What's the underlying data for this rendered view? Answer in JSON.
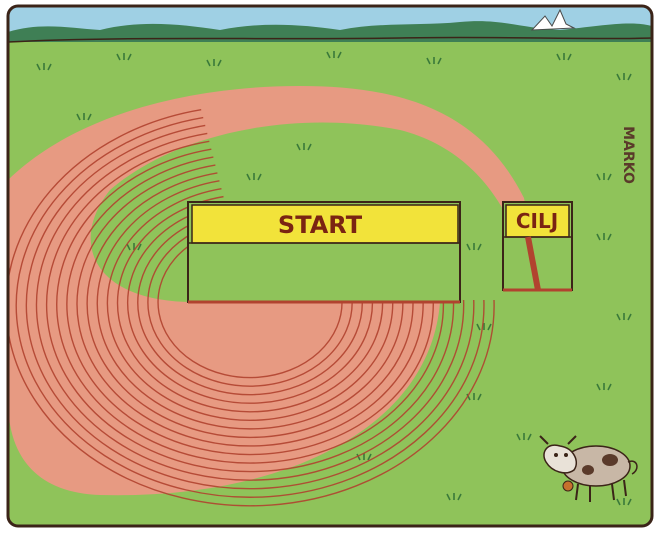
{
  "cartoon": {
    "start_label": "START",
    "finish_label": "CILJ",
    "signature": "MARKO",
    "colors": {
      "sky": "#9fd0e4",
      "hills": "#3f7f55",
      "grass": "#8fc35a",
      "track": "#e79a82",
      "track_lines": "#b1432f",
      "banner": "#f2e33a",
      "outline": "#3b2418"
    }
  }
}
